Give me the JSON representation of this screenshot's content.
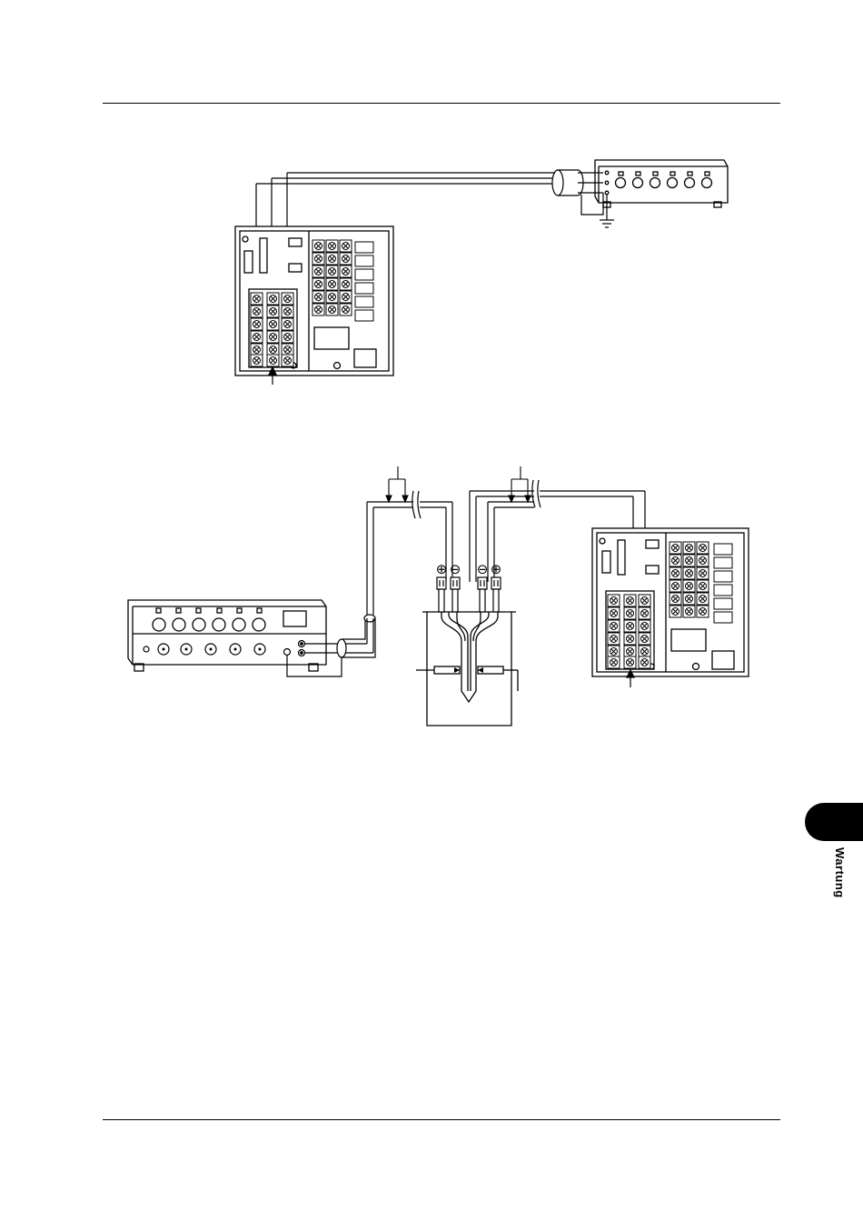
{
  "side_tab": {
    "label": "Wartung"
  },
  "figure_top": {
    "description_items": [
      "signal-source",
      "controller-rear-terminals",
      "input-cable",
      "ground-symbol"
    ]
  },
  "figure_bottom": {
    "description_items": [
      "dc-source",
      "cold-junction-bath",
      "thermocouple-leads",
      "controller-rear-terminals"
    ],
    "polarity_marks": [
      "⊕",
      "⊖",
      "⊖",
      "⊕"
    ]
  }
}
